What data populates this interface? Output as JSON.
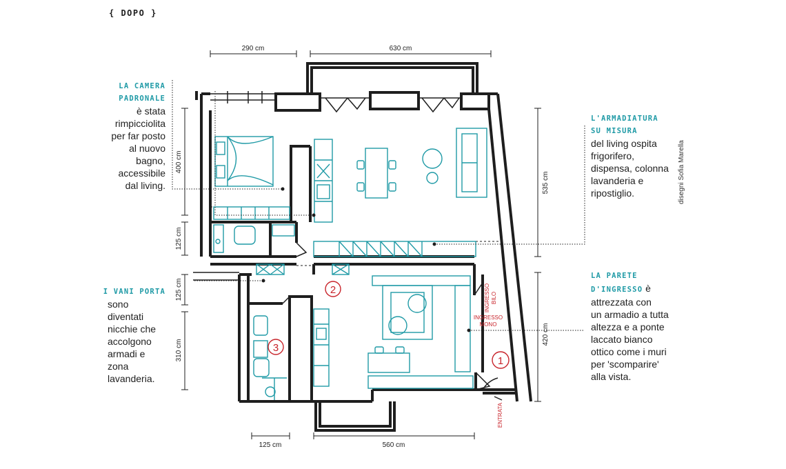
{
  "header": {
    "label": "{ DOPO }"
  },
  "captions": {
    "camera": {
      "heading_1": "LA CAMERA",
      "heading_2": "PADRONALE",
      "lines": [
        "è stata",
        "rimpicciolita",
        "per far posto",
        "al nuovo",
        "bagno,",
        "accessibile",
        "dal living."
      ]
    },
    "armadiatura": {
      "heading_1": "L'ARMADIATURA",
      "heading_2": "SU MISURA",
      "lines": [
        "del living ospita",
        "frigorifero,",
        "dispensa, colonna",
        "lavanderia e",
        "ripostiglio."
      ]
    },
    "vani": {
      "heading": "I VANI PORTA",
      "lines": [
        "sono",
        "diventati",
        "nicchie che",
        "accolgono",
        "armadi e",
        "zona",
        "lavanderia."
      ]
    },
    "parete": {
      "heading_1": "LA PARETE",
      "heading_2": "D'INGRESSO",
      "first_tail": "è",
      "lines": [
        "attrezzata con",
        "un armadio a tutta",
        "altezza e a ponte",
        "laccato bianco",
        "ottico come i muri",
        "per 'scomparire'",
        "alla vista."
      ]
    }
  },
  "dimensions": {
    "top_left": "290 cm",
    "top_right": "630 cm",
    "left_1": "400 cm",
    "left_2": "125 cm",
    "left_3": "125 cm",
    "left_4": "310 cm",
    "right_1": "535 cm",
    "right_2": "420 cm",
    "bottom_left": "125 cm",
    "bottom_right": "560 cm"
  },
  "labels": {
    "ingresso_bilo_1": "INGRESSO",
    "ingresso_bilo_2": "BILO",
    "ingresso_mono_1": "INGRESSO",
    "ingresso_mono_2": "MONO",
    "entrata": "ENTRATA",
    "num_1": "1",
    "num_2": "2",
    "num_3": "3"
  },
  "credit": "disegni Sofia Marella",
  "colors": {
    "wall": "#1e1e1e",
    "furniture": "#1f9aa6",
    "callout": "#c8242b"
  }
}
